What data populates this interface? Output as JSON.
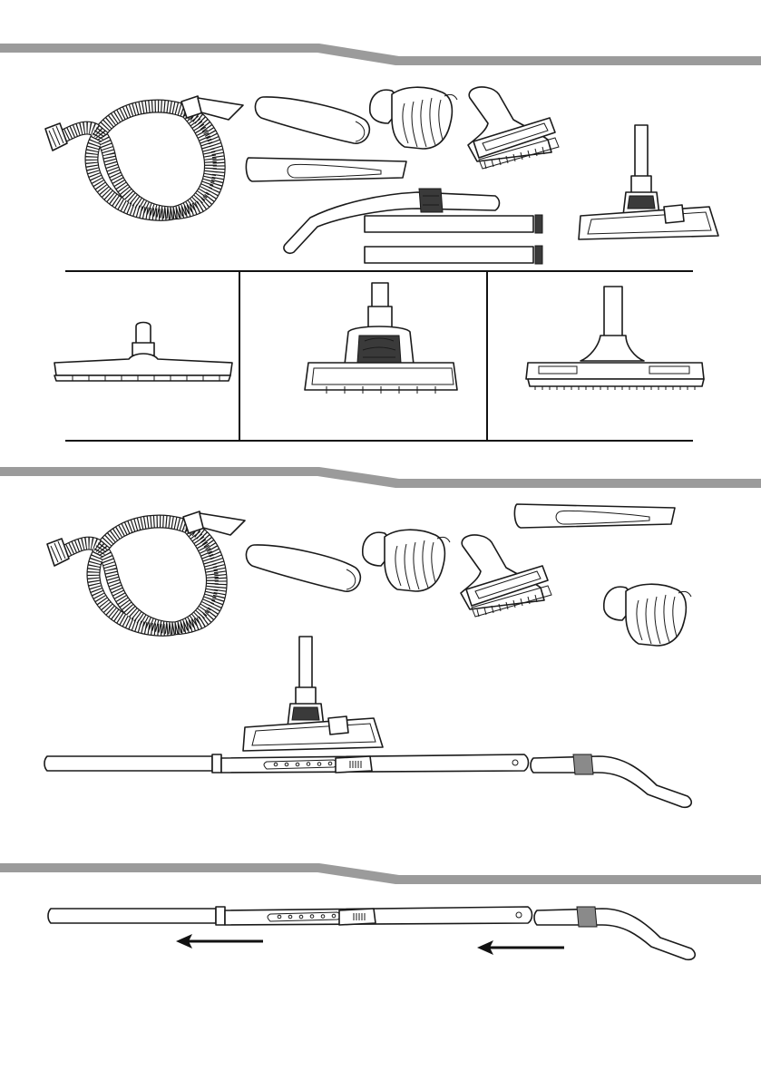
{
  "sections": [
    {
      "id": "section-1",
      "items": [
        "hose",
        "upholstery-tool",
        "crevice-tool",
        "round-brush",
        "upholstery-brush",
        "wand-bend",
        "extension-tubes",
        "floor-nozzle"
      ]
    },
    {
      "id": "section-2",
      "items": [
        "hose",
        "upholstery-tool",
        "round-brush",
        "upholstery-brush",
        "crevice-tool",
        "round-brush",
        "floor-nozzle",
        "telescopic-wand"
      ]
    },
    {
      "id": "section-3",
      "items": [
        "telescopic-wand",
        "arrow-left",
        "arrow-left"
      ]
    }
  ],
  "optional_nozzles": [
    "hard-floor-nozzle",
    "turbo-brush",
    "parquet-brush"
  ],
  "colors": {
    "band": "#9b9b9b",
    "line": "#1a1a1a",
    "grip": "#3a3a3a"
  }
}
